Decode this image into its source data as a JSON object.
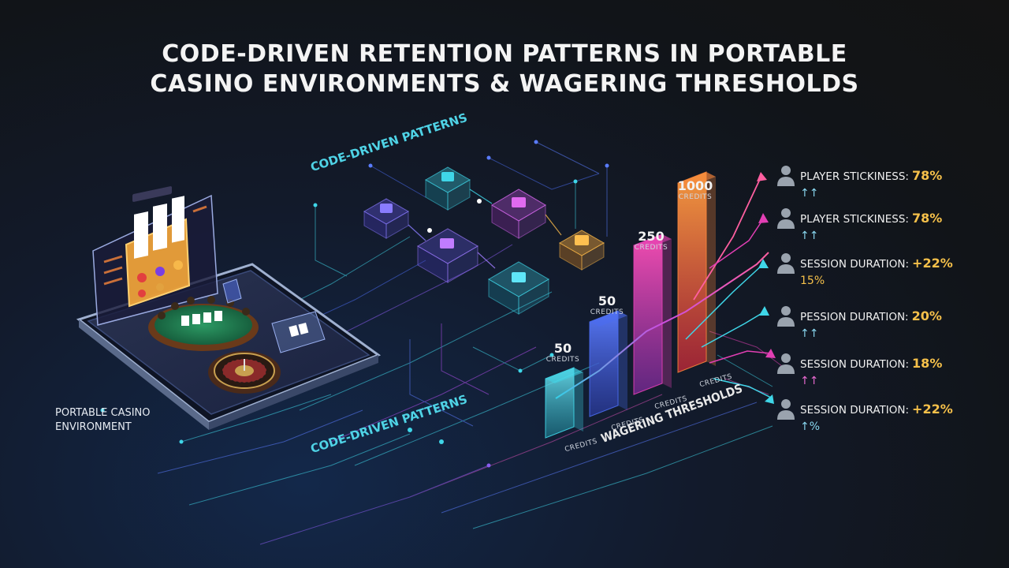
{
  "title": {
    "line1": "CODE-DRIVEN RETENTION PATTERNS IN PORTABLE",
    "line2": "CASINO ENVIRONMENTS & WAGERING THRESHOLDS"
  },
  "labels": {
    "code_driven_top": "CODE-DRIVEN PATTERNS",
    "code_driven_bottom": "CODE-DRIVEN PATTERNS",
    "portable_line1": "PORTABLE CASINO",
    "portable_line2": "ENVIRONMENT",
    "wagering": "WAGERING THRESHOLDS"
  },
  "colors": {
    "cyan": "#3fd6e8",
    "blue": "#4a6cf0",
    "magenta": "#e23fb4",
    "orange": "#f7853a",
    "gold": "#f5c04a"
  },
  "bars": [
    {
      "value": "50",
      "unit": "CREDITS",
      "foot": "CREDITS",
      "level": 0.25,
      "color": "cyan"
    },
    {
      "value": "50",
      "unit": "CREDITS",
      "foot": "CREDITS",
      "level": 0.4,
      "color": "blue"
    },
    {
      "value": "250",
      "unit": "CREDITS",
      "foot": "CREDITS",
      "level": 0.63,
      "color": "magenta"
    },
    {
      "value": "1000",
      "unit": "CREDITS",
      "foot": "CREDITS",
      "level": 0.8,
      "color": "orange"
    }
  ],
  "metrics": [
    {
      "label": "PLAYER STICKINESS:",
      "value": "78%",
      "trend": "↑↑"
    },
    {
      "label": "PLAYER STICKINESS:",
      "value": "78%",
      "trend": "↑↑"
    },
    {
      "label": "SESSION DURATION:",
      "value": "+22%",
      "trend": "15%"
    },
    {
      "label": "PESSION DURATION:",
      "value": "20%",
      "trend": "↑↑"
    },
    {
      "label": "SESSION DURATION:",
      "value": "18%",
      "trend": "↑↑"
    },
    {
      "label": "SESSION DURATION:",
      "value": "+22%",
      "trend": "↑%"
    }
  ],
  "icons": [
    "slot-machine-icon",
    "card-table-icon",
    "roulette-icon",
    "playing-card-icon",
    "user-icon",
    "arrow-up-icon"
  ]
}
